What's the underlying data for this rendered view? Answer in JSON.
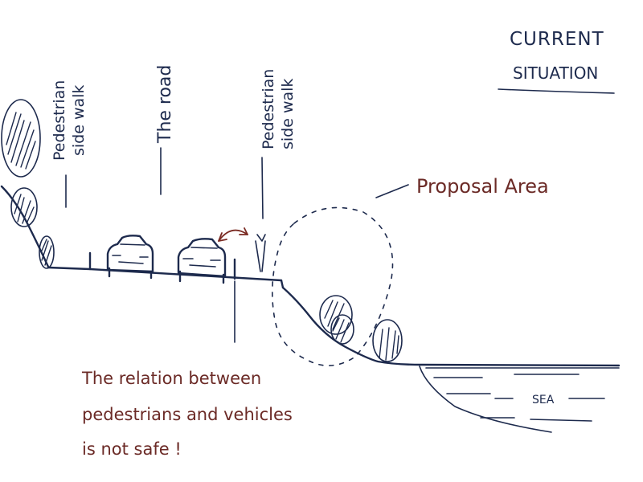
{
  "title": {
    "line1": "CURRENT",
    "line2": "SITUATION"
  },
  "labels": {
    "sidewalk_left_1": "Pedestrian",
    "sidewalk_left_2": "side walk",
    "road": "The road",
    "sidewalk_right_1": "Pedestrian",
    "sidewalk_right_2": "side walk",
    "proposal_area": "Proposal Area",
    "sea": "SEA"
  },
  "note": {
    "line1": "The relation between",
    "line2": "pedestrians and vehicles",
    "line3": "is not safe !"
  },
  "colors": {
    "ink_blue": "#1d2a4d",
    "ink_brown": "#6b2a26"
  }
}
